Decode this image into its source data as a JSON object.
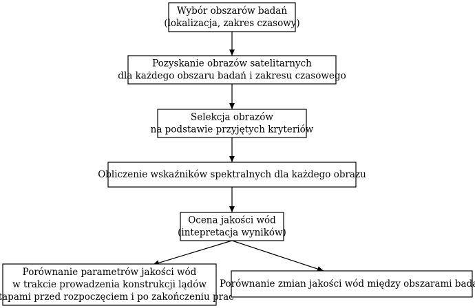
{
  "diagram": {
    "nodes": [
      {
        "id": "n1",
        "lines": [
          "Wybór obszarów badań",
          "(lokalizacja, zakres czasowy)"
        ]
      },
      {
        "id": "n2",
        "lines": [
          "Pozyskanie obrazów satelitarnych",
          "dla każdego obszaru badań i zakresu czasowego"
        ]
      },
      {
        "id": "n3",
        "lines": [
          "Selekcja obrazów",
          "na podstawie przyjętych kryteriów"
        ]
      },
      {
        "id": "n4",
        "lines": [
          "Obliczenie wskaźników spektralnych dla każdego obrazu"
        ]
      },
      {
        "id": "n5",
        "lines": [
          "Ocena jakości wód",
          "(intepretacja wyników)"
        ]
      },
      {
        "id": "n6",
        "lines": [
          "Porównanie parametrów jakości wód",
          "w trakcie prowadzenia konstrukcji lądów",
          "z etapami przed rozpoczęciem i po zakończeniu prac"
        ]
      },
      {
        "id": "n7",
        "lines": [
          "Porównanie zmian jakości wód między obszarami badań"
        ]
      }
    ],
    "edges": [
      {
        "from": "n1",
        "to": "n2"
      },
      {
        "from": "n2",
        "to": "n3"
      },
      {
        "from": "n3",
        "to": "n4"
      },
      {
        "from": "n4",
        "to": "n5"
      },
      {
        "from": "n5",
        "to": "n6"
      },
      {
        "from": "n5",
        "to": "n7"
      }
    ]
  }
}
